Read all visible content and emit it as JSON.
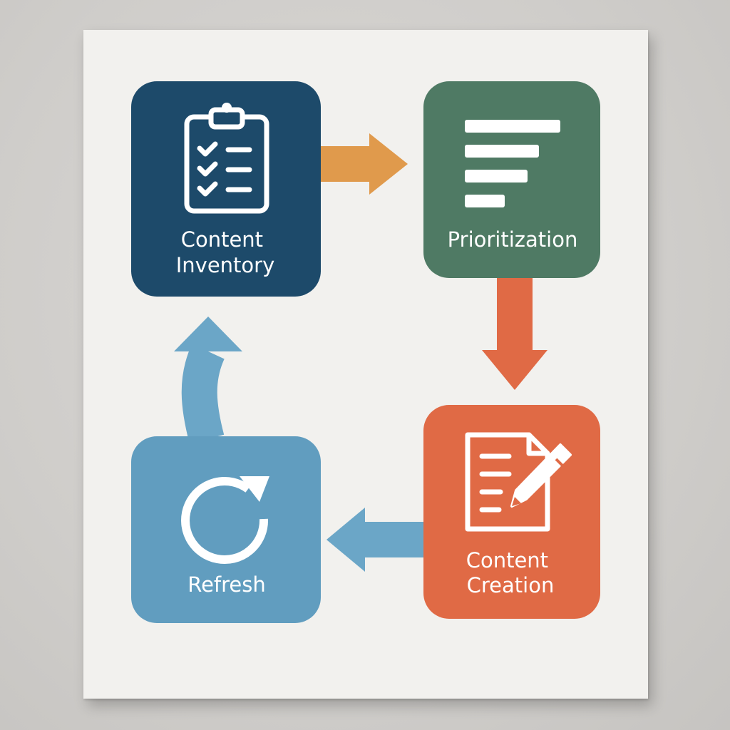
{
  "colors": {
    "content_inventory": "#1d4a6a",
    "prioritization": "#4f7a64",
    "content_creation": "#e06a45",
    "refresh": "#619dbf",
    "arrow_inventory_to_prioritization": "#e09a4c",
    "arrow_prioritization_to_creation": "#e06a45",
    "arrow_creation_to_refresh": "#6ba6c7",
    "arrow_refresh_to_inventory": "#6ba6c7",
    "icon": "#ffffff"
  },
  "steps": [
    {
      "id": "content_inventory",
      "label_lines": [
        "Content",
        "Inventory"
      ],
      "icon": "clipboard-checklist-icon"
    },
    {
      "id": "prioritization",
      "label_lines": [
        "Prioritization"
      ],
      "icon": "priority-bars-icon"
    },
    {
      "id": "content_creation",
      "label_lines": [
        "Content",
        "Creation"
      ],
      "icon": "document-pencil-icon"
    },
    {
      "id": "refresh",
      "label_lines": [
        "Refresh"
      ],
      "icon": "refresh-cycle-icon"
    }
  ]
}
